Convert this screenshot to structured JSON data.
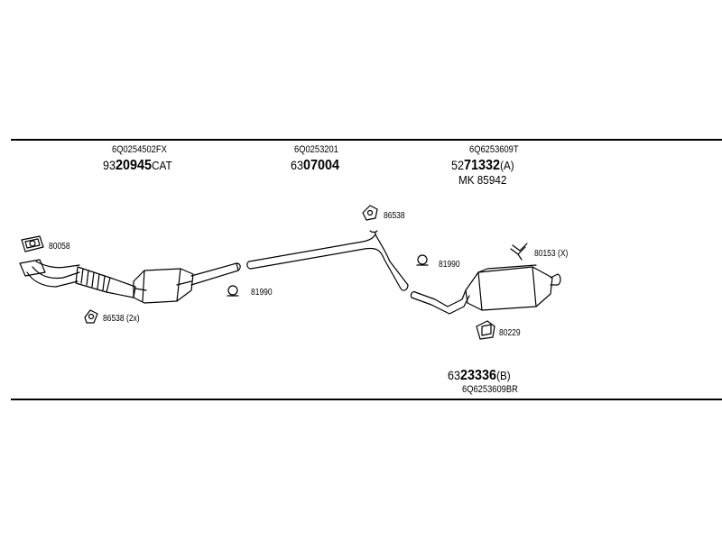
{
  "groups": [
    {
      "oem": "6Q0254502FX",
      "code_prefix": "93",
      "code_main": "20945",
      "code_suffix": "CAT"
    },
    {
      "oem": "6Q0253201",
      "code_prefix": "63",
      "code_main": "07004",
      "code_suffix": ""
    },
    {
      "oem": "6Q6253609T",
      "code_prefix": "52",
      "code_main": "71332",
      "code_suffix": "(A)",
      "extra": "MK  85942"
    },
    {
      "oem": "6Q6253609BR",
      "code_prefix": "63",
      "code_main": "23336",
      "code_suffix": "(B)"
    }
  ],
  "parts": {
    "gasket": "80058",
    "mount_left": "86538 (2x)",
    "clamp_left": "81990",
    "mount_top": "86538",
    "clamp_right": "81990",
    "hanger": "80153 (X)",
    "rubber": "80229"
  }
}
